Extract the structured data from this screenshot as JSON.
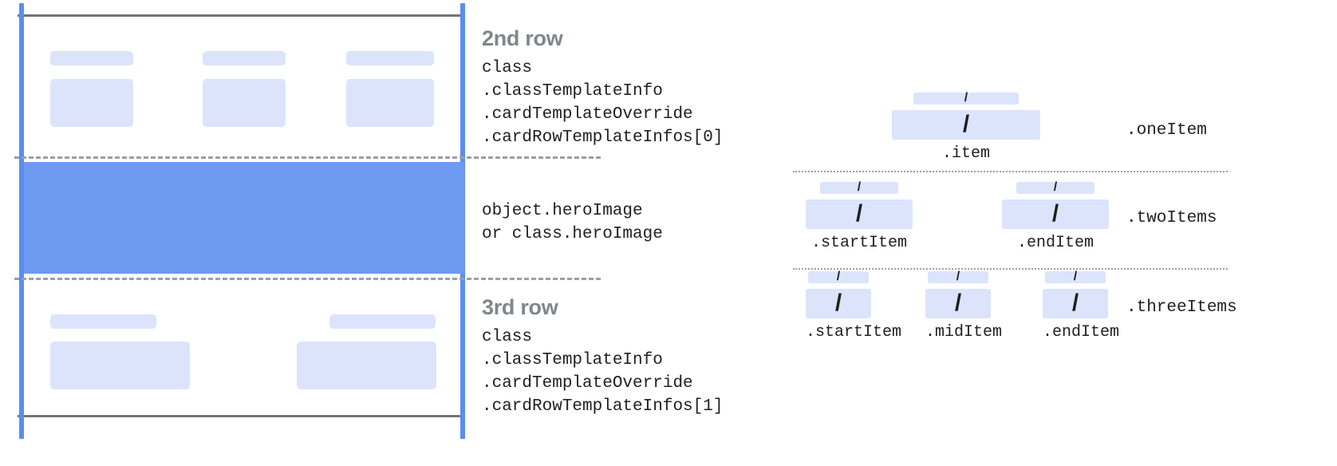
{
  "left_panel": {
    "rows": [
      {
        "heading": "2nd row",
        "code": "class\n.classTemplateInfo\n.cardTemplateOverride\n.cardRowTemplateInfos[0]"
      },
      {
        "heading": "",
        "code": "object.heroImage\nor class.heroImage"
      },
      {
        "heading": "3rd row",
        "code": "class\n.classTemplateInfo\n.cardTemplateOverride\n.cardRowTemplateInfos[1]"
      }
    ]
  },
  "right_panel": {
    "groups": [
      {
        "label": ".oneItem",
        "slots": [
          {
            "caption": ".item",
            "glyph": "/"
          }
        ]
      },
      {
        "label": ".twoItems",
        "slots": [
          {
            "caption": ".startItem",
            "glyph": "/"
          },
          {
            "caption": ".endItem",
            "glyph": "/"
          }
        ]
      },
      {
        "label": ".threeItems",
        "slots": [
          {
            "caption": ".startItem",
            "glyph": "/"
          },
          {
            "caption": ".midItem",
            "glyph": "/"
          },
          {
            "caption": ".endItem",
            "glyph": "/"
          }
        ]
      }
    ]
  },
  "colors": {
    "hero_band": "#6d99f0",
    "card_edge": "#5b8df0",
    "placeholder": "#dbe4fb",
    "rule": "#70757a",
    "dashed_divider": "#9aa0a6",
    "heading_text": "#80868b",
    "code_text": "#202124"
  }
}
